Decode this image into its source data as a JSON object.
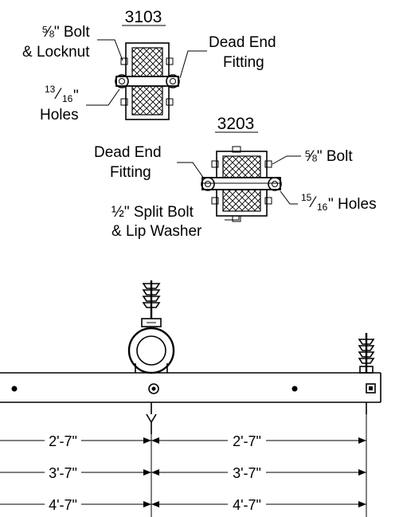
{
  "figure_3103": {
    "title": "3103",
    "bolt_label_line1": "⅝\" Bolt",
    "bolt_label_line2": "& Locknut",
    "fitting_label_line1": "Dead End",
    "fitting_label_line2": "Fitting",
    "holes_sup": "13",
    "holes_sub": "16",
    "holes_quote": "\"",
    "holes_word": "Holes"
  },
  "figure_3203": {
    "title": "3203",
    "fitting_label_line1": "Dead End",
    "fitting_label_line2": "Fitting",
    "bolt_label": "⅝\" Bolt",
    "holes_sup": "15",
    "holes_sub": "16",
    "holes_rest": "\" Holes",
    "split_label_line1": "½\" Split Bolt",
    "split_label_line2": "& Lip Washer"
  },
  "dimensions": {
    "left": [
      "2'-7\"",
      "3'-7\"",
      "4'-7\""
    ],
    "right": [
      "2'-7\"",
      "3'-7\"",
      "4'-7\""
    ]
  }
}
